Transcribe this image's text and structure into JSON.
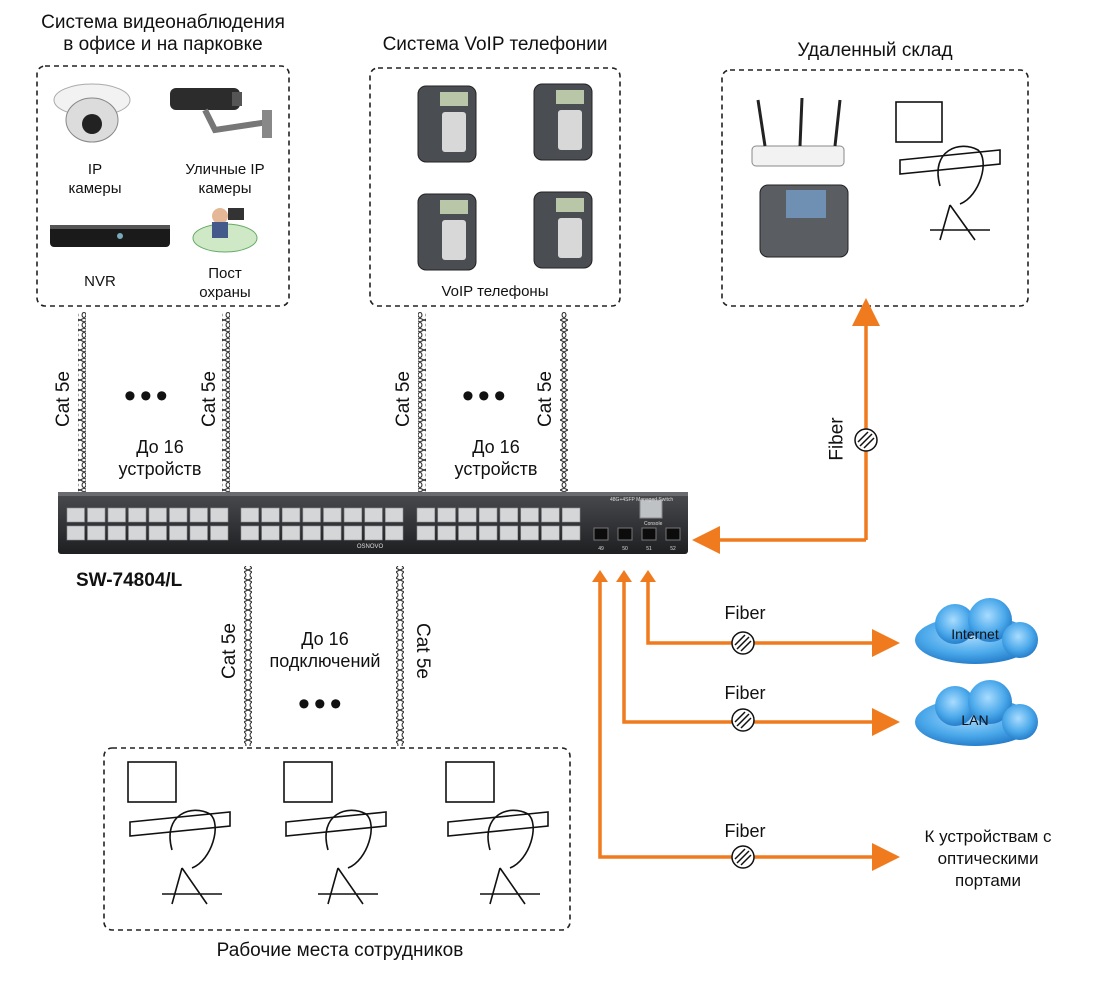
{
  "groups": {
    "cctv_title": "Система видеонаблюдения\nв офисе и на парковке",
    "voip_title": "Система VoIP телефонии",
    "warehouse_title": "Удаленный склад",
    "workstations_title": "Рабочие места сотрудников"
  },
  "devices": {
    "ip_cameras": "IP\nкамеры",
    "street_cameras": "Уличные IP\nкамеры",
    "nvr": "NVR",
    "guard_post": "Пост\nохраны",
    "voip_phones": "VoIP телефоны"
  },
  "switch": {
    "model": "SW-74804/L",
    "brand": "OSNOVO",
    "panel_title": "48G+4SFP Managed Switch",
    "console": "Console",
    "sfp_ports": [
      "49",
      "50",
      "51",
      "52"
    ]
  },
  "links": {
    "cable": "Cat 5e",
    "fiber": "Fiber",
    "up_to_16_devices": "До 16\nустройств",
    "up_to_16_connections": "До 16\nподключений",
    "ellipsis": "•••"
  },
  "destinations": {
    "internet": "Internet",
    "lan": "LAN",
    "optical": "К устройствам с\nоптическими\nпортами"
  },
  "colors": {
    "fiber": "#f07a1e",
    "switch_body": "#2f3033",
    "cloud": "#3b9be0",
    "dash_border": "#222222"
  }
}
